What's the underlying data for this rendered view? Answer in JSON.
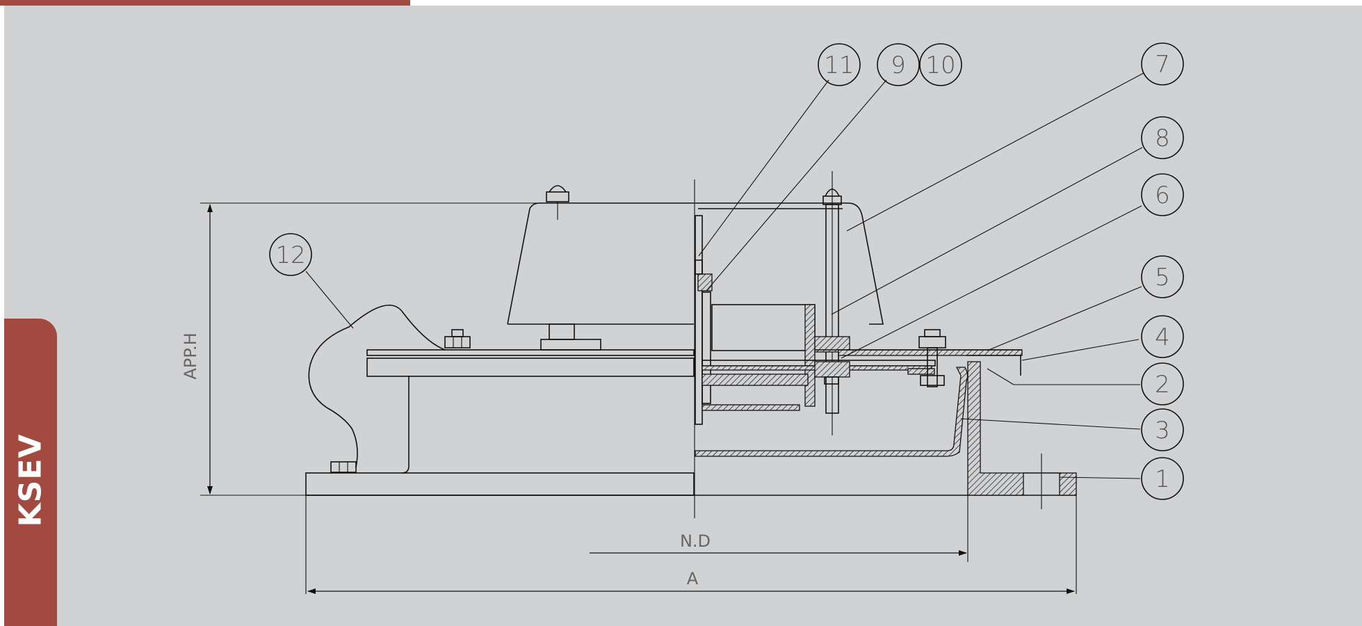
{
  "brand": {
    "label": "KSEV",
    "accent_color": "#a34a40"
  },
  "background_color": "#d1d2d4",
  "dimensions": {
    "height_label": "APP.H",
    "nominal_diameter_label": "N.D",
    "overall_length_label": "A"
  },
  "part_numbers": [
    "1",
    "2",
    "3",
    "4",
    "5",
    "6",
    "7",
    "8",
    "9",
    "10",
    "11",
    "12"
  ]
}
